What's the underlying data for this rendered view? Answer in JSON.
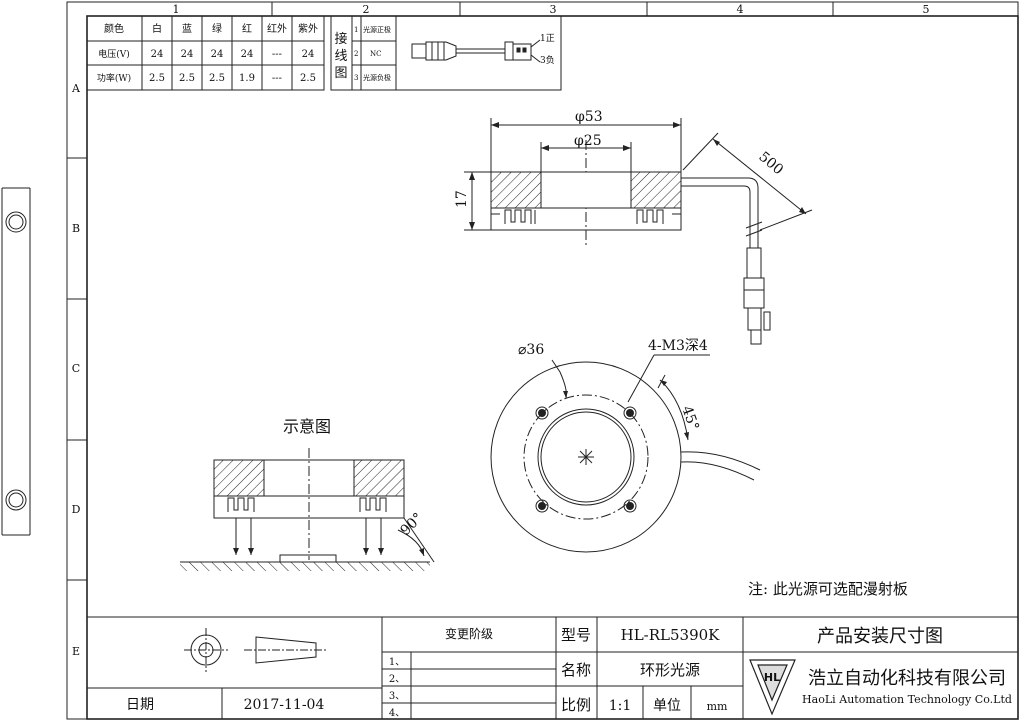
{
  "frame": {
    "columns": [
      "1",
      "2",
      "3",
      "4",
      "5"
    ],
    "rows": [
      "A",
      "B",
      "C",
      "D",
      "E"
    ]
  },
  "spec_table": {
    "header": [
      "颜色",
      "白",
      "蓝",
      "绿",
      "红",
      "红外",
      "紫外"
    ],
    "rows": [
      [
        "电压(V)",
        "24",
        "24",
        "24",
        "24",
        "---",
        "24"
      ],
      [
        "功率(W)",
        "2.5",
        "2.5",
        "2.5",
        "1.9",
        "---",
        "2.5"
      ]
    ]
  },
  "wiring": {
    "title": [
      "接",
      "线",
      "图"
    ],
    "pins": [
      {
        "num": "1",
        "desc": "光源正极"
      },
      {
        "num": "2",
        "desc": "NC"
      },
      {
        "num": "3",
        "desc": "光源负极"
      }
    ],
    "plug_labels": [
      "1正",
      "3负"
    ]
  },
  "side_view": {
    "dim_outer": "φ53",
    "dim_inner": "φ25",
    "dim_height": "17",
    "dim_cable": "500"
  },
  "top_view": {
    "dim_circle": "⌀36",
    "dim_screws": "4-M3深4",
    "dim_angle": "45°"
  },
  "schematic": {
    "title": "示意图",
    "angle": "90°"
  },
  "note": "注: 此光源可选配漫射板",
  "title_block": {
    "revision_header": "变更阶级",
    "revision_rows": [
      "1、",
      "2、",
      "3、",
      "4、"
    ],
    "date_label": "日期",
    "date_value": "2017-11-04",
    "model_label": "型号",
    "model_value": "HL-RL5390K",
    "name_label": "名称",
    "name_value": "环形光源",
    "scale_label": "比例",
    "scale_value": "1:1",
    "unit_label": "单位",
    "unit_value": "mm",
    "drawing_title": "产品安装尺寸图",
    "company_cn": "浩立自动化科技有限公司",
    "company_en": "HaoLi Automation Technology Co.Ltd"
  }
}
